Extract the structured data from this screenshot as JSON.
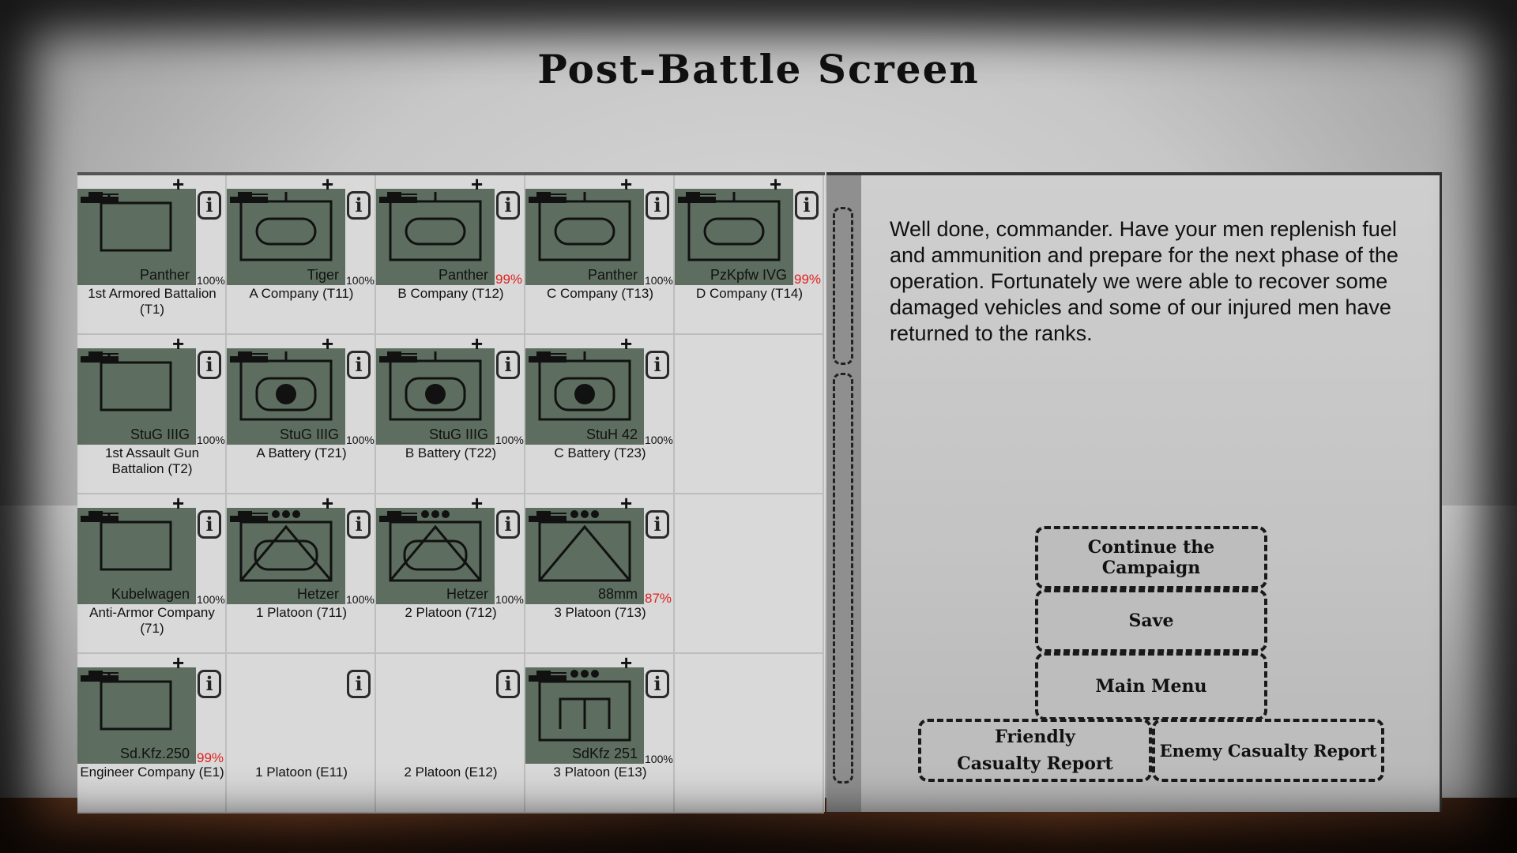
{
  "title": "Post-Battle Screen",
  "message": "Well done, commander. Have your men replenish fuel and ammunition and prepare for the next phase of the operation. Fortunately we were able to recover some damaged vehicles and some of our injured men have returned to the ranks.",
  "buttons": {
    "continue": "Continue the Campaign",
    "save": "Save",
    "main_menu": "Main Menu",
    "friendly_report": "Friendly Casualty Report",
    "enemy_report": "Enemy Casualty Report"
  },
  "info_symbol": "i",
  "plus_symbol": "+",
  "colors": {
    "unit_bg": "#5d6e60",
    "red_pct": "#e02020"
  },
  "units": [
    {
      "row": 0,
      "col": 0,
      "symbol": "hq",
      "vehicle": "Panther",
      "pct": "100%",
      "red": false,
      "label": "1st Armored Battalion (T1)"
    },
    {
      "row": 0,
      "col": 1,
      "symbol": "armor",
      "vehicle": "Tiger",
      "pct": "100%",
      "red": false,
      "label": "A Company (T11)"
    },
    {
      "row": 0,
      "col": 2,
      "symbol": "armor",
      "vehicle": "Panther",
      "pct": "99%",
      "red": true,
      "label": "B Company (T12)"
    },
    {
      "row": 0,
      "col": 3,
      "symbol": "armor",
      "vehicle": "Panther",
      "pct": "100%",
      "red": false,
      "label": "C Company (T13)"
    },
    {
      "row": 0,
      "col": 4,
      "symbol": "armor",
      "vehicle": "PzKpfw IVG",
      "pct": "99%",
      "red": true,
      "label": "D Company (T14)"
    },
    {
      "row": 1,
      "col": 0,
      "symbol": "hq",
      "vehicle": "StuG IIIG",
      "pct": "100%",
      "red": false,
      "label": "1st Assault Gun Battalion (T2)"
    },
    {
      "row": 1,
      "col": 1,
      "symbol": "assault",
      "vehicle": "StuG IIIG",
      "pct": "100%",
      "red": false,
      "label": "A Battery (T21)"
    },
    {
      "row": 1,
      "col": 2,
      "symbol": "assault",
      "vehicle": "StuG IIIG",
      "pct": "100%",
      "red": false,
      "label": "B Battery (T22)"
    },
    {
      "row": 1,
      "col": 3,
      "symbol": "assault",
      "vehicle": "StuH 42",
      "pct": "100%",
      "red": false,
      "label": "C Battery (T23)"
    },
    {
      "row": 2,
      "col": 0,
      "symbol": "hq",
      "vehicle": "Kubelwagen",
      "pct": "100%",
      "red": false,
      "label": "Anti-Armor Company (71)"
    },
    {
      "row": 2,
      "col": 1,
      "symbol": "antitank",
      "vehicle": "Hetzer",
      "pct": "100%",
      "red": false,
      "label": "1 Platoon (711)"
    },
    {
      "row": 2,
      "col": 2,
      "symbol": "antitank",
      "vehicle": "Hetzer",
      "pct": "100%",
      "red": false,
      "label": "2 Platoon (712)"
    },
    {
      "row": 2,
      "col": 3,
      "symbol": "atgun",
      "vehicle": "88mm",
      "pct": "87%",
      "red": true,
      "label": "3 Platoon (713)"
    },
    {
      "row": 3,
      "col": 0,
      "symbol": "hq",
      "vehicle": "Sd.Kfz.250",
      "pct": "99%",
      "red": true,
      "label": "Engineer Company (E1)"
    },
    {
      "row": 3,
      "col": 1,
      "symbol": "none",
      "vehicle": "",
      "pct": "",
      "red": false,
      "label": "1 Platoon (E11)"
    },
    {
      "row": 3,
      "col": 2,
      "symbol": "none",
      "vehicle": "",
      "pct": "",
      "red": false,
      "label": "2 Platoon (E12)"
    },
    {
      "row": 3,
      "col": 3,
      "symbol": "engineer",
      "vehicle": "SdKfz 251",
      "pct": "100%",
      "red": false,
      "label": "3 Platoon (E13)"
    }
  ]
}
